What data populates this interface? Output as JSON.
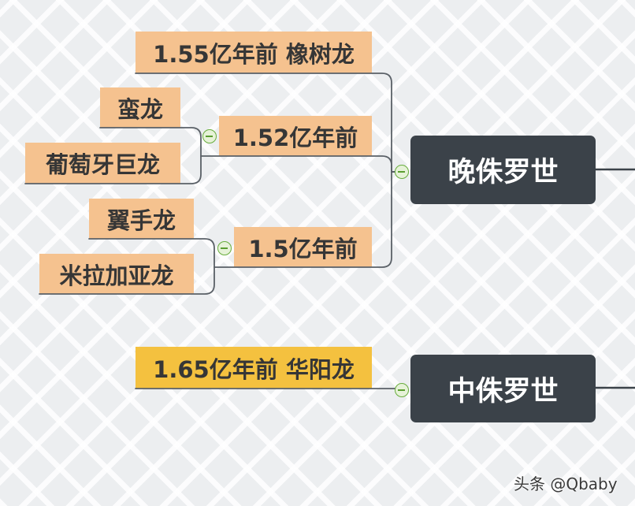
{
  "mindmap": {
    "branches": [
      {
        "label": "晚侏罗世",
        "children": [
          {
            "label": "1.55亿年前 橡树龙"
          },
          {
            "label": "1.52亿年前",
            "children": [
              {
                "label": "蛮龙"
              },
              {
                "label": "葡萄牙巨龙"
              }
            ]
          },
          {
            "label": "1.5亿年前",
            "children": [
              {
                "label": "翼手龙"
              },
              {
                "label": "米拉加亚龙"
              }
            ]
          }
        ]
      },
      {
        "label": "中侏罗世",
        "children": [
          {
            "label": "1.65亿年前 华阳龙"
          }
        ]
      }
    ]
  },
  "watermark": {
    "text": "头条 @Qbaby"
  },
  "icons": {
    "collapse": "minus-circle-icon"
  },
  "colors": {
    "main_topic": "#3b4249",
    "subtopic_peach": "#f5c28f",
    "subtopic_yellow": "#f4c13f",
    "connector": "#5a6067",
    "collapse_green": "#68ad3d"
  }
}
